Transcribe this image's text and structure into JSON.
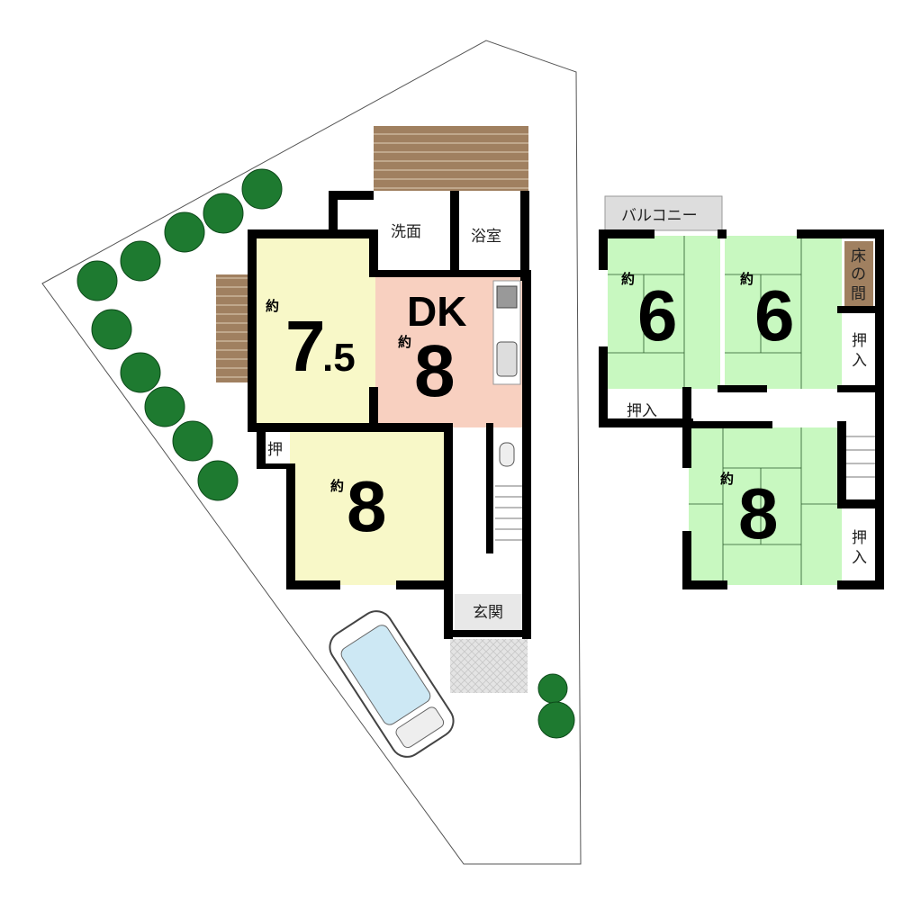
{
  "colors": {
    "western_room": "#f8f8c8",
    "dining_kitchen": "#f8d0c0",
    "tatami": "#c8f8c0",
    "deck": "#a08060",
    "tree": "#1e7a30",
    "wall": "#000000"
  },
  "floor1": {
    "washroom": "洗面",
    "bath": "浴室",
    "room_west": {
      "prefix": "約",
      "size": "7",
      "size_decimal": ".5"
    },
    "dk": {
      "label": "DK",
      "prefix": "約",
      "size": "8"
    },
    "closet": "押",
    "room_south": {
      "prefix": "約",
      "size": "8"
    },
    "entrance": "玄関"
  },
  "floor2": {
    "balcony": "バルコニー",
    "room_a": {
      "prefix": "約",
      "size": "6"
    },
    "room_b": {
      "prefix": "約",
      "size": "6"
    },
    "tokonoma": [
      "床",
      "の",
      "間"
    ],
    "closet_right_top": [
      "押",
      "入"
    ],
    "closet_left": "押入",
    "room_c": {
      "prefix": "約",
      "size": "8"
    },
    "closet_right_bottom": [
      "押",
      "入"
    ]
  }
}
